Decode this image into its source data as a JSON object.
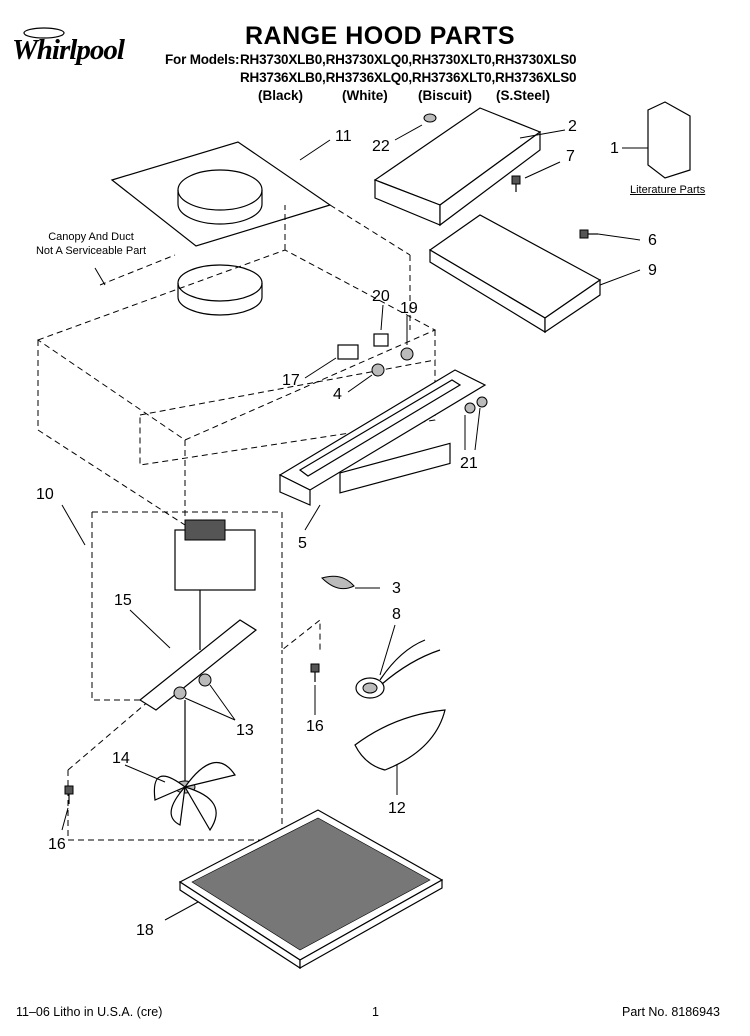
{
  "header": {
    "brand": "Whirlpool",
    "title": "RANGE HOOD PARTS",
    "models_label": "For Models:",
    "models_line1": "RH3730XLB0,RH3730XLQ0,RH3730XLT0,RH3730XLS0",
    "models_line2": "RH3736XLB0,RH3736XLQ0,RH3736XLT0,RH3736XLS0",
    "colors": [
      "(Black)",
      "(White)",
      "(Biscuit)",
      "(S.Steel)"
    ]
  },
  "notes": {
    "canopy_line1": "Canopy And Duct",
    "canopy_line2": "Not A Serviceable Part",
    "literature": "Literature Parts"
  },
  "callouts": [
    "1",
    "2",
    "3",
    "4",
    "5",
    "6",
    "7",
    "8",
    "9",
    "10",
    "11",
    "12",
    "13",
    "14",
    "15",
    "16",
    "16",
    "17",
    "18",
    "19",
    "20",
    "21",
    "22"
  ],
  "footer": {
    "litho": "11–06 Litho in U.S.A. (cre)",
    "page": "1",
    "part_no": "Part No. 8186943"
  },
  "colors": {
    "ink": "#000000",
    "paper": "#ffffff",
    "shade": "#555555"
  }
}
